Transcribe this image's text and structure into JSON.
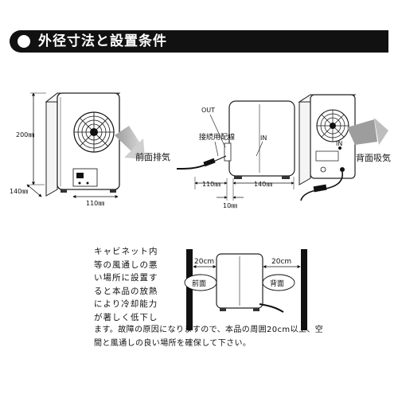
{
  "title": "外径寸法と設置条件",
  "dims": {
    "height": "200㎜",
    "depth_left": "140㎜",
    "width": "110㎜",
    "mid_width": "110㎜",
    "mid_depth": "140㎜",
    "mid_gap": "10㎜"
  },
  "labels": {
    "front_exhaust": "前面排気",
    "back_intake": "背面吸気",
    "out": "OUT",
    "in": "IN",
    "conn_cable": "接続用配線",
    "front": "前面",
    "back": "背面",
    "clear_left": "20cm",
    "clear_right": "20cm"
  },
  "notes": {
    "wrap_lines": [
      "キャビネット内",
      "等の風通しの悪",
      "い場所に設置す",
      "ると本品の放熱",
      "により冷却能力",
      "が著しく低下し"
    ],
    "line7": "ます。故障の原因になりますので、本品の周囲20cm以上、空",
    "line8": "間と風通しの良い場所を確保して下さい。"
  }
}
